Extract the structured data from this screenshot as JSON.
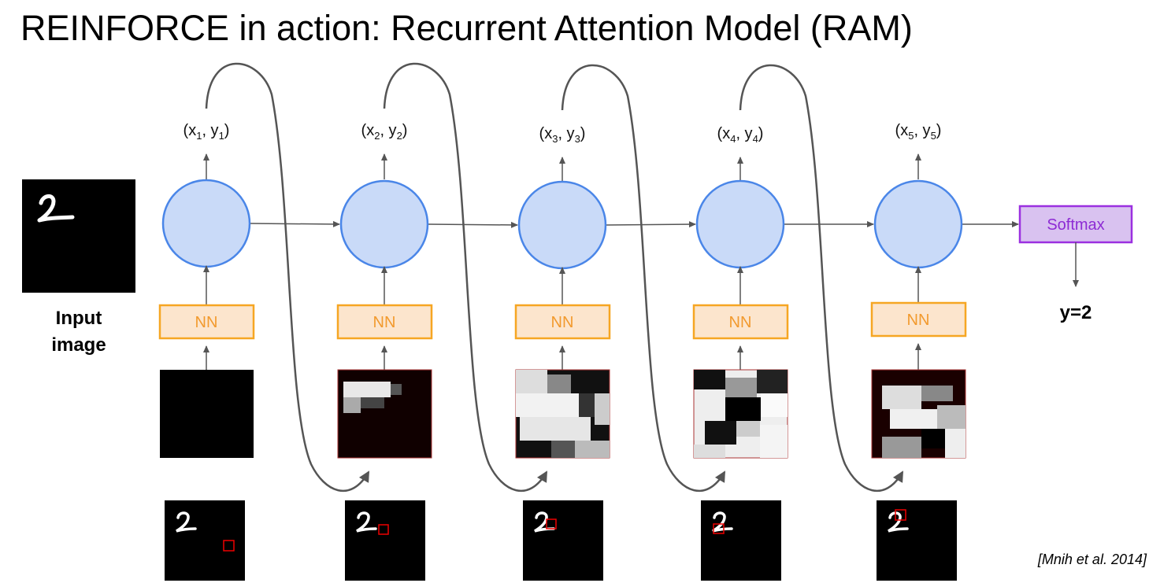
{
  "title": "REINFORCE in action: Recurrent Attention Model (RAM)",
  "input_label_line1": "Input",
  "input_label_line2": "image",
  "nn_label": "NN",
  "softmax_label": "Softmax",
  "output_label": "y=2",
  "citation": "[Mnih et al. 2014]",
  "steps": [
    {
      "coord_x": "(x",
      "sub1": "1",
      "mid": ", y",
      "sub2": "1",
      "close": ")"
    },
    {
      "coord_x": "(x",
      "sub1": "2",
      "mid": ", y",
      "sub2": "2",
      "close": ")"
    },
    {
      "coord_x": "(x",
      "sub1": "3",
      "mid": ", y",
      "sub2": "3",
      "close": ")"
    },
    {
      "coord_x": "(x",
      "sub1": "4",
      "mid": ", y",
      "sub2": "4",
      "close": ")"
    },
    {
      "coord_x": "(x",
      "sub1": "5",
      "mid": ", y",
      "sub2": "5",
      "close": ")"
    }
  ],
  "colors": {
    "node_fill": "#c9daf8",
    "node_stroke": "#4a86e8",
    "nn_fill": "#fce5cd",
    "nn_stroke": "#f6a623",
    "softmax_fill": "#d9c2f0",
    "softmax_stroke": "#9b30e0",
    "arrow": "#555555"
  }
}
